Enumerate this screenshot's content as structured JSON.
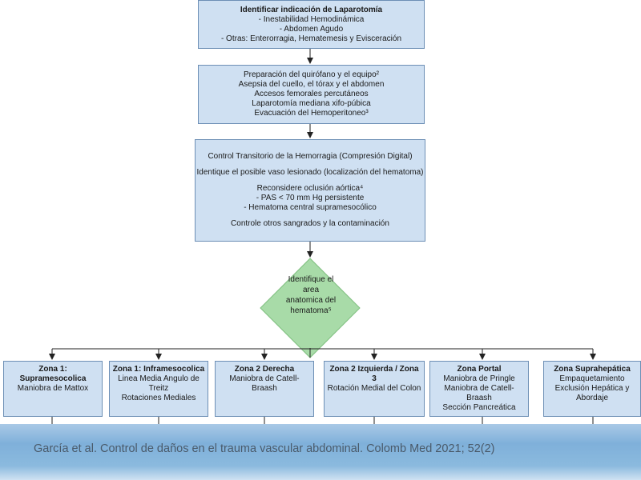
{
  "step1": {
    "title": "Identificar indicación de Laparotomía",
    "lines": [
      "- Inestabilidad Hemodinámica",
      "- Abdomen Agudo",
      "- Otras: Enterorragia, Hematemesis y Evisceración"
    ]
  },
  "step2": {
    "lines": [
      "Preparación del quirófano y el equipo²",
      "Asepsia del cuello, el tórax y el abdomen",
      "Accesos femorales percutáneos",
      "Laparotomía mediana xifo-púbica",
      "Evacuación del Hemoperitoneo³"
    ]
  },
  "step3": {
    "line1": "Control Transitorio de la Hemorragia (Compresión Digital)",
    "line2": "Identique el posible vaso lesionado (localización del hematoma)",
    "line3": "Reconsidere oclusión aórtica⁴",
    "line4": "- PAS < 70 mm Hg persistente",
    "line5": "- Hematoma central supramesocólico",
    "line6": "Controle otros sangrados y la contaminación"
  },
  "decision": {
    "lines": [
      "Identifique el",
      "area",
      "anatomica del",
      "hematoma⁵"
    ]
  },
  "zones": [
    {
      "title": "Zona 1:",
      "title2": "Supramesocolica",
      "desc": [
        "Maniobra de Mattox"
      ]
    },
    {
      "title": "Zona 1: Inframesocolica",
      "title2": "",
      "desc": [
        "Linea Media Angulo de",
        "Treitz",
        "Rotaciones Mediales"
      ]
    },
    {
      "title": "Zona 2 Derecha",
      "title2": "",
      "desc": [
        "Maniobra de Catell-Braash"
      ]
    },
    {
      "title": "Zona 2 Izquierda / Zona 3",
      "title2": "",
      "desc": [
        "Rotación Medial del Colon"
      ]
    },
    {
      "title": "Zona Portal",
      "title2": "",
      "desc": [
        "Maniobra de Pringle",
        "Maniobra de Catell-Braash",
        "Sección Pancreática"
      ]
    },
    {
      "title": "Zona Suprahepática",
      "title2": "",
      "desc": [
        "Empaquetamiento",
        "Exclusión Hepática y",
        "Abordaje"
      ]
    }
  ],
  "footer": {
    "citation": "García et al. Control de daños en el trauma vascular abdominal. Colomb Med 2021; 52(2)"
  },
  "colors": {
    "box_fill": "#cfe0f2",
    "box_border": "#6d8fb5",
    "diamond_fill": "#a8dba8",
    "diamond_border": "#7fbf7f",
    "connector": "#222222"
  }
}
